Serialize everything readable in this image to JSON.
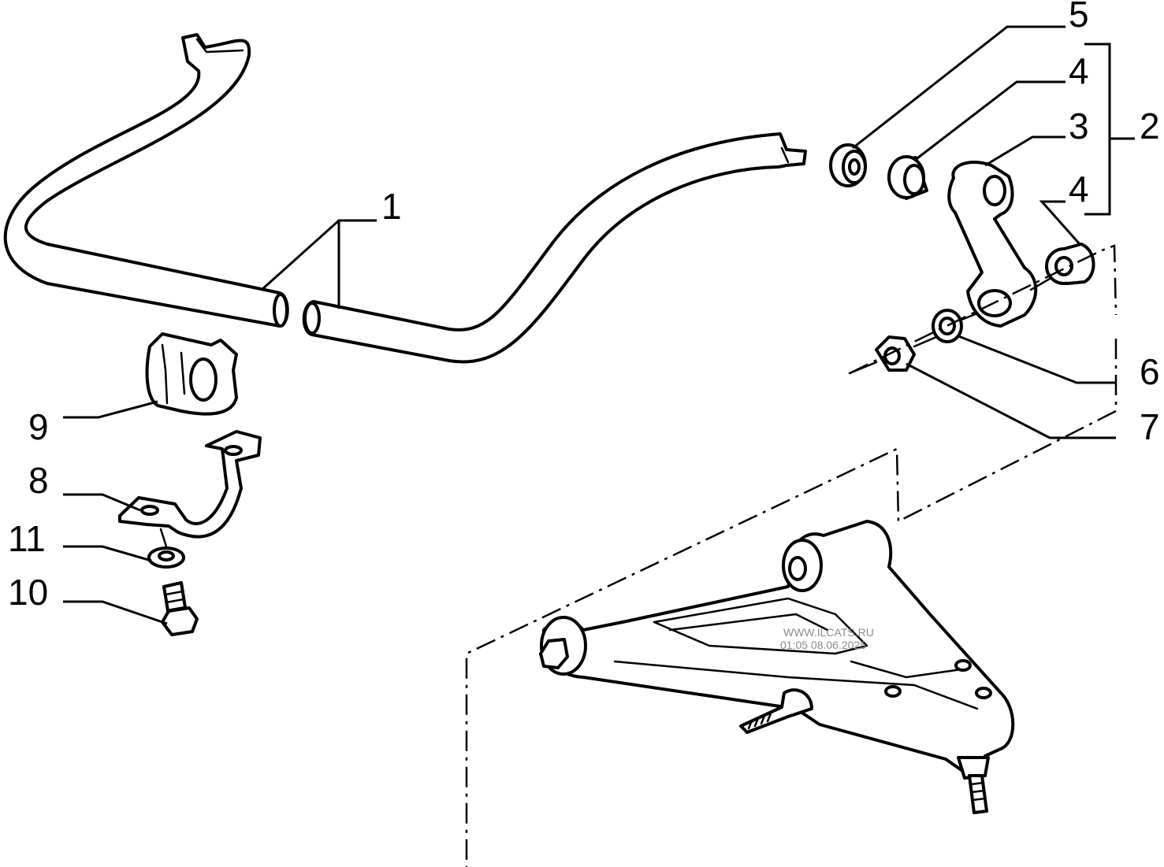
{
  "callouts": {
    "c1": "1",
    "c2": "2",
    "c3": "3",
    "c4a": "4",
    "c4b": "4",
    "c5": "5",
    "c6": "6",
    "c7": "7",
    "c8": "8",
    "c9": "9",
    "c10": "10",
    "c11": "11"
  },
  "watermark": {
    "site": "WWW.ILCATS.RU",
    "datetime": "01:05 08.06.2025"
  }
}
